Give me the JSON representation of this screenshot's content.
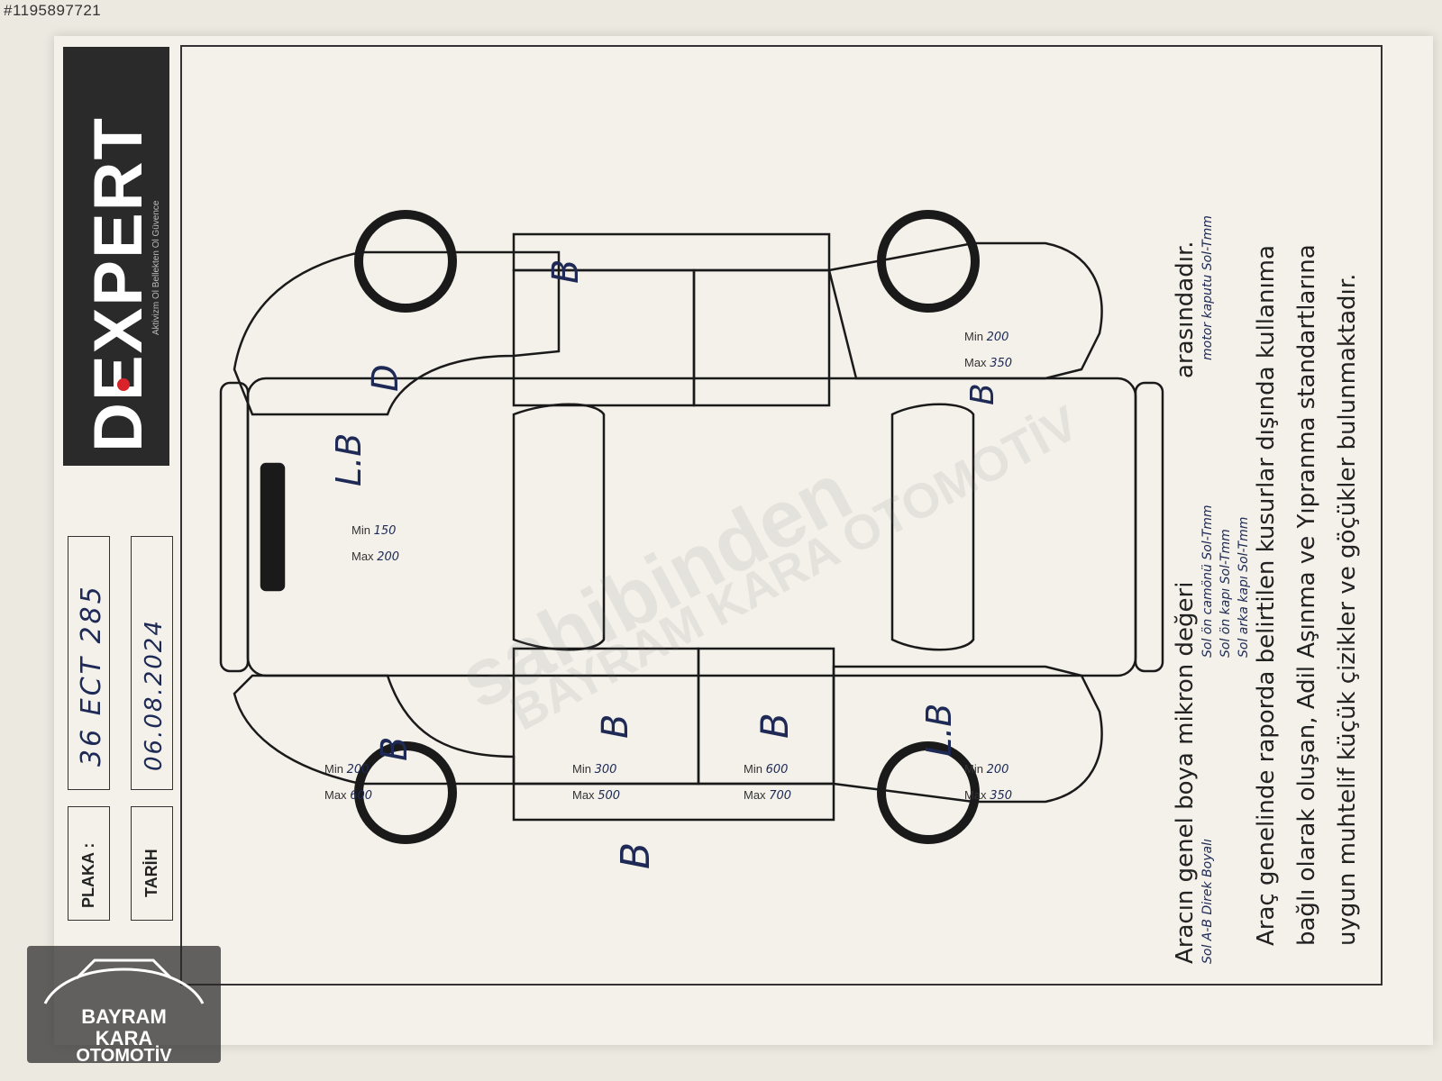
{
  "listing_id": "#1195897721",
  "brand": {
    "name": "DEXPERT",
    "tagline": "Aktivizm Ol   Bellekten Ol   Güvence"
  },
  "fields": {
    "plate_label": "PLAKA :",
    "plate_value": "36 ECT 285",
    "date_label": "TARİH",
    "date_value": "06.08.2024"
  },
  "panels": {
    "min_label": "Min",
    "max_label": "Max",
    "roof": {
      "letter": "B"
    },
    "rear_bumper": {
      "letter": "D"
    },
    "trunk": {
      "letter": "L.B",
      "min": "150",
      "max": "200"
    },
    "front_right_fender": {
      "letter": "B",
      "min": "200",
      "max": "350"
    },
    "front_left_fender": {
      "letter": "L.B",
      "min": "200",
      "max": "350"
    },
    "rear_left_fender": {
      "letter": "B",
      "min": "200",
      "max": "600"
    },
    "rear_left_door": {
      "letter": "B",
      "min": "300",
      "max": "500"
    },
    "front_left_door": {
      "letter": "B",
      "min": "600",
      "max": "700"
    },
    "lower_left_sill": {
      "letter": "B"
    }
  },
  "footer": {
    "paint_line": "Aracın genel boya mikron değeri",
    "paint_suffix": "arasındadır.",
    "notes": [
      "Sol A-B Direk Boyalı",
      "Sol ön camönü Sol-Tmm",
      "Sol ön kapı Sol-Tmm",
      "Sol arka kapı Sol-Tmm",
      "motor kaputu Sol-Tmm"
    ],
    "disclaimer_1": "Araç genelinde raporda belirtilen kusurlar dışında kullanıma",
    "disclaimer_2": "bağlı olarak oluşan, Adil Aşınma ve Yıpranma standartlarına",
    "disclaimer_3": "uygun muhtelif küçük çizikler ve göçükler bulunmaktadır."
  },
  "watermark": {
    "site": "sahibinden",
    "dealer": "BAYRAM KARA OTOMOTİV"
  },
  "logo_badge": {
    "line1": "BAYRAM",
    "line2": "KARA",
    "line3": "OTOMOTİV"
  }
}
